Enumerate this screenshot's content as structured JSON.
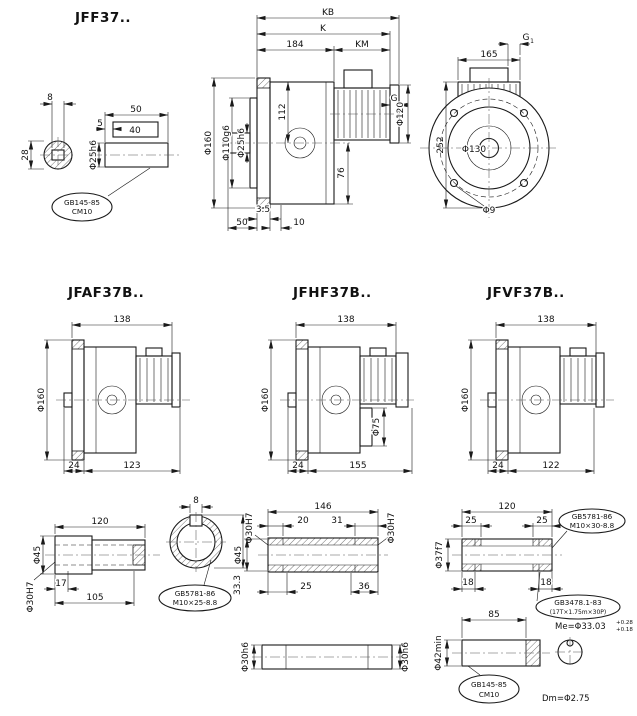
{
  "titles": {
    "main": "JFF37..",
    "variant_af": "JFAF37B..",
    "variant_hf": "JFHF37B..",
    "variant_vf": "JFVF37B.."
  },
  "top_left": {
    "key_width": "8",
    "key_height": "28",
    "shaft_len": "50",
    "key_offset": "5",
    "key_len": "40",
    "shaft_dia": "Φ25h6",
    "balloon_line1": "GB145-85",
    "balloon_line2": "CM10"
  },
  "front_view": {
    "kb": "KB",
    "k": "K",
    "dim_184": "184",
    "km": "KM",
    "g": "G",
    "motor_dia": "Φ120",
    "flange_dia": "Φ160",
    "spigot_dia": "Φ110g6",
    "shaft_dia": "Φ25h6",
    "dim_112": "112",
    "dim_76": "76",
    "dim_3_5": "3.5",
    "dim_50": "50",
    "dim_10": "10"
  },
  "side_view": {
    "g1_base": "G",
    "g1_sub": "1",
    "dim_165": "165",
    "dim_252": "252",
    "bolt_circle": "Φ130",
    "hole_dia": "Φ9"
  },
  "variant_af": {
    "width": "138",
    "flange_dia": "Φ160",
    "dim_24": "24",
    "length": "123"
  },
  "variant_hf": {
    "width": "138",
    "flange_dia": "Φ160",
    "cover_dia": "Φ75",
    "dim_24": "24",
    "length": "155"
  },
  "variant_vf": {
    "width": "138",
    "flange_dia": "Φ160",
    "dim_24": "24",
    "length": "122"
  },
  "hollow_key": {
    "length": "120",
    "outer_dia": "Φ45",
    "dim_17": "17",
    "dim_105": "105",
    "bore_dia": "Φ30H7",
    "key_width": "8",
    "keyway_depth": "33.3",
    "balloon_line1": "GB5781-86",
    "balloon_line2": "M10×25-8.8"
  },
  "hollow_section": {
    "length": "146",
    "dim_20": "20",
    "dim_31": "31",
    "bore_left": "Φ30H7",
    "bore_right": "Φ30H7",
    "outer_dia": "Φ45",
    "dim_25": "25",
    "dim_36": "36",
    "shaft_left": "Φ30h6",
    "shaft_right": "Φ30h6"
  },
  "hollow_spline": {
    "length": "120",
    "dim_25a": "25",
    "dim_25b": "25",
    "spline_dia": "Φ37f7",
    "balloon1_line1": "GB5781-86",
    "balloon1_line2": "M10×30-8.8",
    "dim_18a": "18",
    "dim_18b": "18",
    "balloon2_line1": "GB3478.1-83",
    "balloon2_line2": "(17T×1.75m×30P)",
    "me": "Me=Φ33.03",
    "me_tol_sup": "+0.28",
    "me_tol_sub": "+0.18",
    "dim_85": "85",
    "shaft_dia": "Φ42min",
    "balloon3_line1": "GB145-85",
    "balloon3_line2": "CM10",
    "dm": "Dm=Φ2.75"
  }
}
